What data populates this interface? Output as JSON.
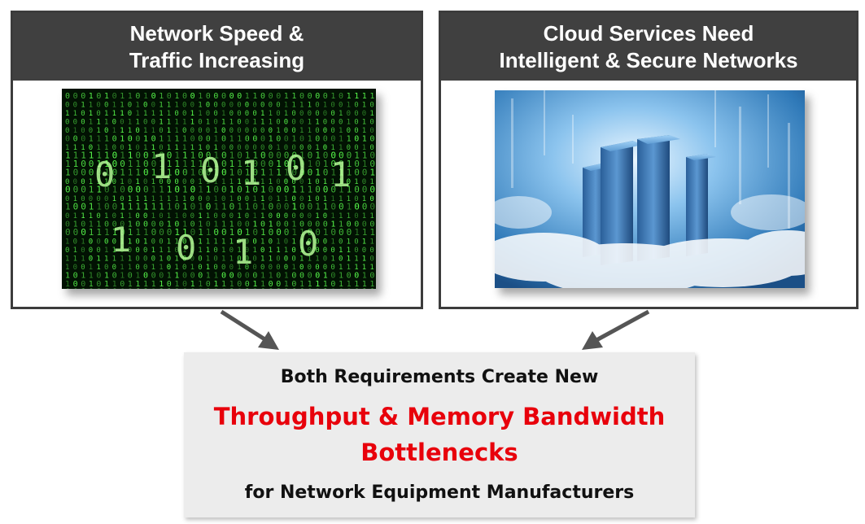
{
  "left_panel": {
    "title_line1": "Network Speed &",
    "title_line2": "Traffic Increasing",
    "image_icon": "binary-code-image"
  },
  "right_panel": {
    "title_line1": "Cloud Services Need",
    "title_line2": "Intelligent & Secure Networks",
    "image_icon": "cloud-servers-image"
  },
  "summary": {
    "line1": "Both Requirements Create New",
    "highlight_line1": "Throughput & Memory Bandwidth",
    "highlight_line2": "Bottlenecks",
    "line4": "for Network Equipment Manufacturers"
  },
  "colors": {
    "header_bg": "#404040",
    "highlight": "#e8000b",
    "summary_bg": "#ececec",
    "arrow": "#555555"
  }
}
